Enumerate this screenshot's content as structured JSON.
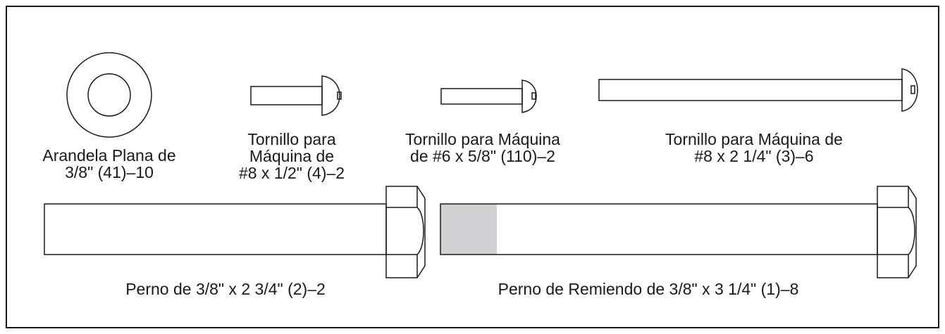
{
  "parts": [
    {
      "id": "washer",
      "lines": [
        "Arandela Plana de",
        "3/8\" (41)–10"
      ]
    },
    {
      "id": "screw-8-half",
      "lines": [
        "Tornillo para",
        "Máquina de",
        "#8 x 1/2\" (4)–2"
      ]
    },
    {
      "id": "screw-6-5-8",
      "lines": [
        "Tornillo para Máquina",
        "de #6 x 5/8\" (110)–2"
      ]
    },
    {
      "id": "screw-8-2-1-4",
      "lines": [
        "Tornillo para Máquina de",
        "#8 x 2 1/4\" (3)–6"
      ]
    },
    {
      "id": "bolt-2-3-4",
      "lines": [
        "Perno de 3/8\" x 2 3/4\" (2)–2"
      ]
    },
    {
      "id": "patch-bolt-3-1-4",
      "lines": [
        "Perno de Remiendo de 3/8\" x 3 1/4\" (1)–8"
      ]
    }
  ],
  "colors": {
    "stroke": "#1a1a1a",
    "patch": "#d1d1d3",
    "background": "#ffffff"
  }
}
